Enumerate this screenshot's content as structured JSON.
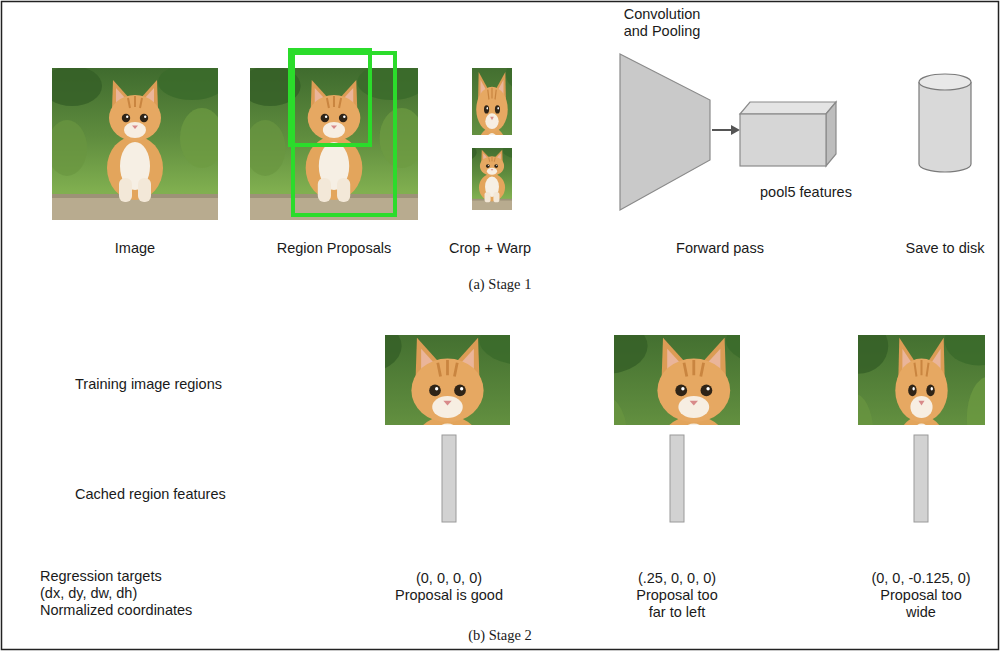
{
  "diagram": {
    "nodes": [
      {
        "text": [
          "Convolution and Pooling"
        ]
      },
      {
        "text": [
          "pool5 features"
        ]
      },
      {
        "text": [
          "Save to disk"
        ]
      }
    ],
    "edges": [
      {
        "from": 0,
        "to": 1,
        "arrow": "to"
      }
    ],
    "labels": [
      "Image",
      "Region Proposals",
      "Crop + Warp",
      "Forward pass",
      "(a) Stage 1",
      "Training image regions",
      "Cached region features",
      "Regression targets",
      "(dx, dy, dw, dh)",
      "Normalized coordinates",
      "(0, 0, 0, 0)",
      "Proposal is good",
      "(.25, 0, 0, 0)",
      "Proposal too far to left",
      "(0, 0, -0.125, 0)",
      "Proposal too wide",
      "(b) Stage 2"
    ]
  }
}
